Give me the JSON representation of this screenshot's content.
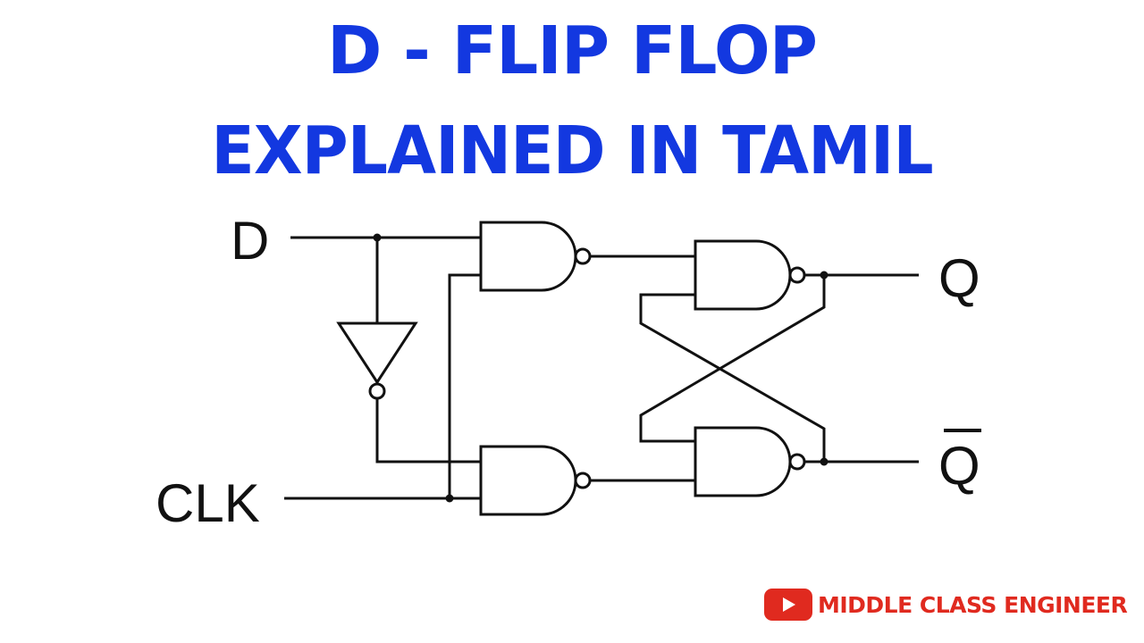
{
  "title": {
    "line1": "D - FLIP FLOP",
    "line2": "EXPLAINED IN TAMIL",
    "color": "#1338e0"
  },
  "diagram": {
    "type": "D flip-flop (gated D latch) NAND gate circuit",
    "inputs": {
      "d_label": "D",
      "clk_label": "CLK"
    },
    "outputs": {
      "q_label": "Q",
      "q_bar_label": "Q"
    },
    "components": [
      {
        "id": "inverter",
        "type": "NOT",
        "input": "D",
        "output": "nand2.in1"
      },
      {
        "id": "nand1",
        "type": "NAND",
        "inputs": [
          "D",
          "CLK"
        ],
        "output": "nand3.in1"
      },
      {
        "id": "nand2",
        "type": "NAND",
        "inputs": [
          "NOT D",
          "CLK"
        ],
        "output": "nand4.in2"
      },
      {
        "id": "nand3",
        "type": "NAND",
        "inputs": [
          "nand1",
          "Q_bar"
        ],
        "output": "Q"
      },
      {
        "id": "nand4",
        "type": "NAND",
        "inputs": [
          "Q",
          "nand2"
        ],
        "output": "Q_bar"
      }
    ],
    "wire_color": "#111111"
  },
  "branding": {
    "channel_name": "MIDDLE CLASS ENGINEER",
    "icon": "youtube-play-icon",
    "color": "#e02a1f"
  }
}
